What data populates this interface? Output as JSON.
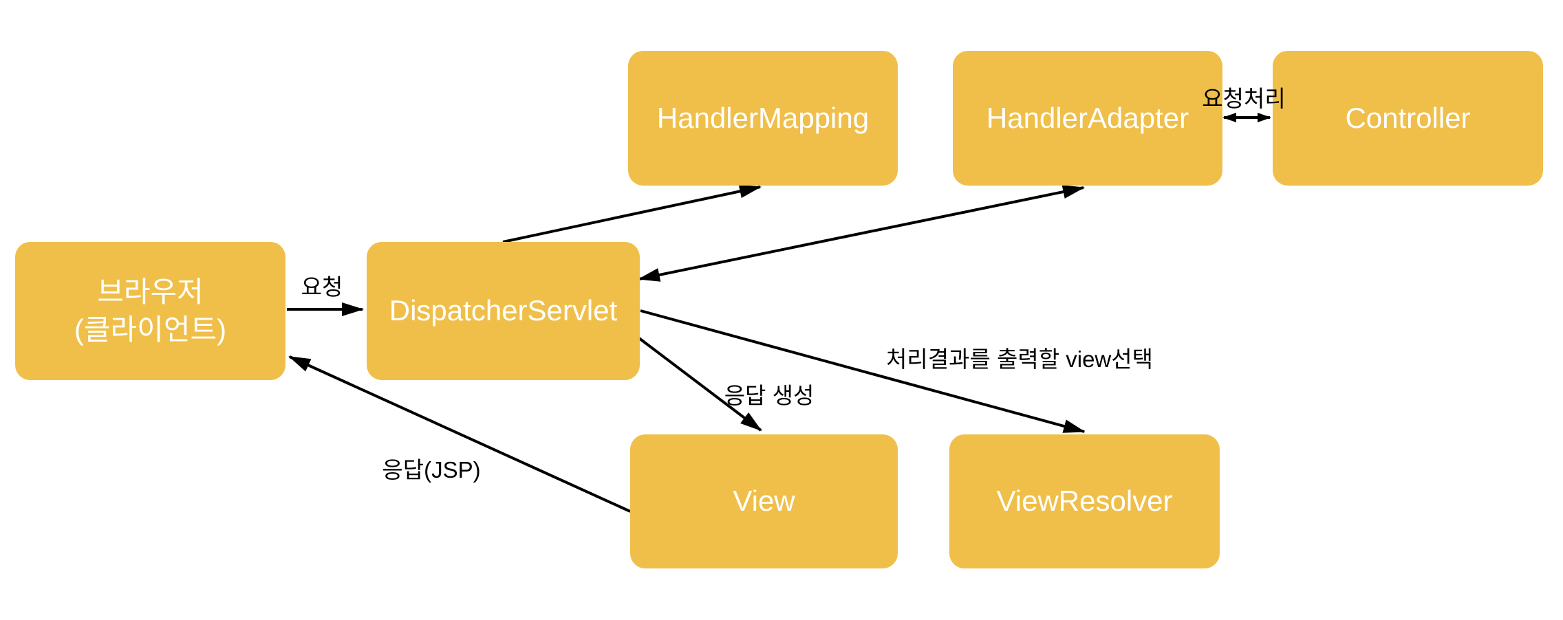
{
  "diagram": {
    "type": "flow-diagram",
    "background": "#FFFFFF"
  },
  "nodes": {
    "browser": {
      "label": "브라우저\n(클라이언트)"
    },
    "dispatcher_servlet": {
      "label": "DispatcherServlet"
    },
    "handler_mapping": {
      "label": "HandlerMapping"
    },
    "handler_adapter": {
      "label": "HandlerAdapter"
    },
    "controller": {
      "label": "Controller"
    },
    "view": {
      "label": "View"
    },
    "view_resolver": {
      "label": "ViewResolver"
    }
  },
  "edge_labels": {
    "request": "요청",
    "request_handling": "요청처리",
    "response_creation": "응답 생성",
    "view_selection": "처리결과를 출력할 view선택",
    "response_jsp": "응답(JSP)"
  },
  "edges": [
    {
      "from": "browser",
      "to": "dispatcher_servlet",
      "label": "요청",
      "direction": "one-way"
    },
    {
      "from": "dispatcher_servlet",
      "to": "handler_mapping",
      "label": "",
      "direction": "one-way"
    },
    {
      "from": "dispatcher_servlet",
      "to": "handler_adapter",
      "label": "",
      "direction": "two-way"
    },
    {
      "from": "handler_adapter",
      "to": "controller",
      "label": "요청처리",
      "direction": "two-way"
    },
    {
      "from": "dispatcher_servlet",
      "to": "view",
      "label": "응답 생성",
      "direction": "one-way"
    },
    {
      "from": "dispatcher_servlet",
      "to": "view_resolver",
      "label": "처리결과를 출력할 view선택",
      "direction": "one-way"
    },
    {
      "from": "view",
      "to": "browser",
      "label": "응답(JSP)",
      "direction": "one-way"
    }
  ],
  "colors": {
    "node_fill": "#F0BF4A",
    "node_text": "#FFFFFF",
    "arrow": "#000000",
    "label_text": "#000000"
  }
}
